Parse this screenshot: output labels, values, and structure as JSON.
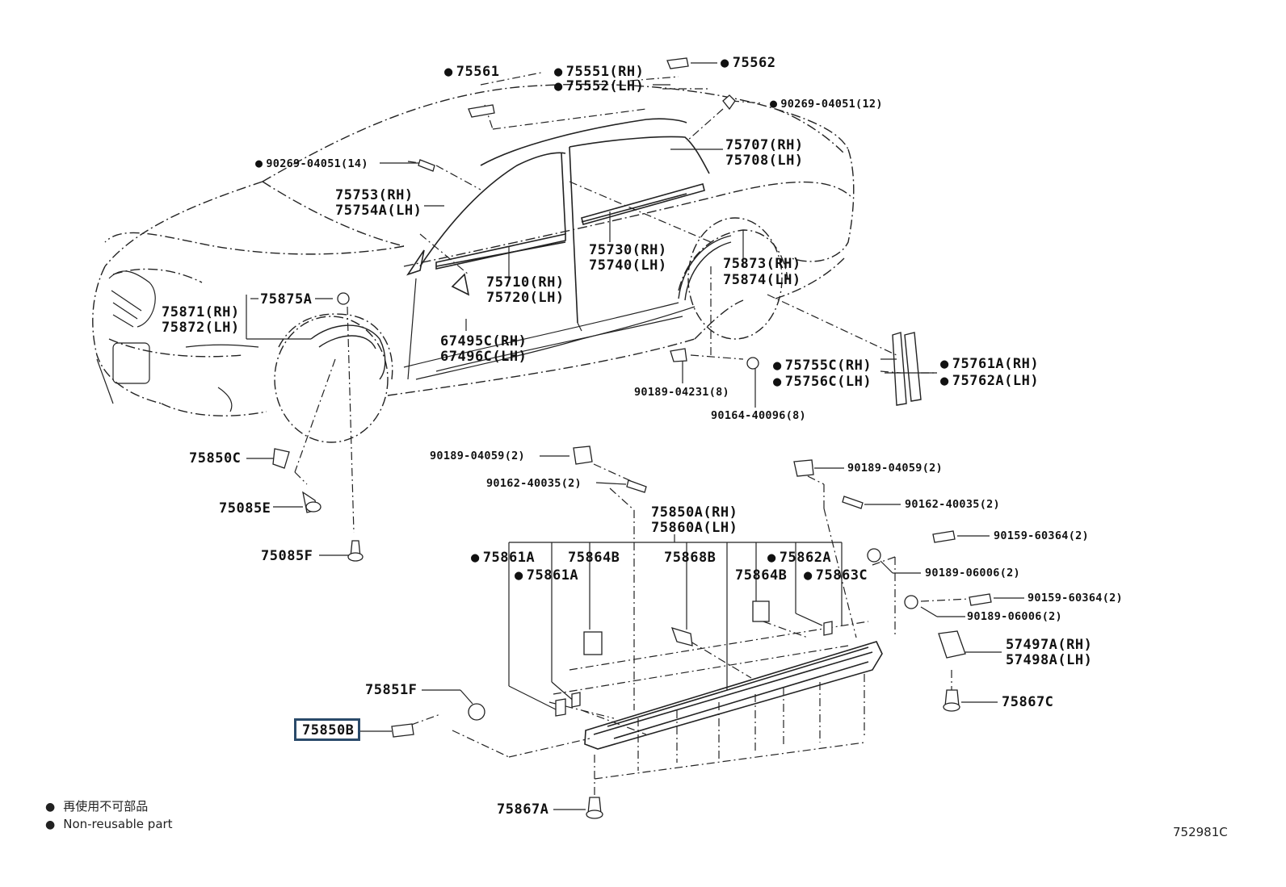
{
  "callouts": {
    "p75561": "75561",
    "p75551_rh": "75551(RH)",
    "p75552_lh": "75552(LH)",
    "p75562": "75562",
    "p90269_12": "90269-04051(12)",
    "p90269_14": "90269-04051(14)",
    "p75707_rh": "75707(RH)",
    "p75708_lh": "75708(LH)",
    "p75753_rh": "75753(RH)",
    "p75754a_lh": "75754A(LH)",
    "p75730_rh": "75730(RH)",
    "p75740_lh": "75740(LH)",
    "p75873_rh": "75873(RH)",
    "p75874_lh": "75874(LH)",
    "p75710_rh": "75710(RH)",
    "p75720_lh": "75720(LH)",
    "p75871_rh": "75871(RH)",
    "p75872_lh": "75872(LH)",
    "p75875a": "75875A",
    "p67495c_rh": "67495C(RH)",
    "p67496c_lh": "67496C(LH)",
    "p75755c_rh": "75755C(RH)",
    "p75756c_lh": "75756C(LH)",
    "p75761a_rh": "75761A(RH)",
    "p75762a_lh": "75762A(LH)",
    "p90189_04231": "90189-04231(8)",
    "p90164_40096": "90164-40096(8)",
    "p75850c": "75850C",
    "p75085e": "75085E",
    "p75085f": "75085F",
    "p90189_04059_l": "90189-04059(2)",
    "p90162_40035_l": "90162-40035(2)",
    "p90189_04059_r": "90189-04059(2)",
    "p90162_40035_r": "90162-40035(2)",
    "p75850a_rh": "75850A(RH)",
    "p75860a_lh": "75860A(LH)",
    "p90159_60364_a": "90159-60364(2)",
    "p90189_06006_a": "90189-06006(2)",
    "p90159_60364_b": "90159-60364(2)",
    "p90189_06006_b": "90189-06006(2)",
    "p75861a_1": "75861A",
    "p75864b_1": "75864B",
    "p75868b": "75868B",
    "p75862a": "75862A",
    "p75861a_2": "75861A",
    "p75864b_2": "75864B",
    "p75863c": "75863C",
    "p57497a_rh": "57497A(RH)",
    "p57498a_lh": "57498A(LH)",
    "p75851f": "75851F",
    "p75850b": "75850B",
    "p75867c": "75867C",
    "p75867a": "75867A"
  },
  "legend": {
    "japanese": "再使用不可部品",
    "english": "Non-reusable part"
  },
  "figure_ref": "752981C"
}
